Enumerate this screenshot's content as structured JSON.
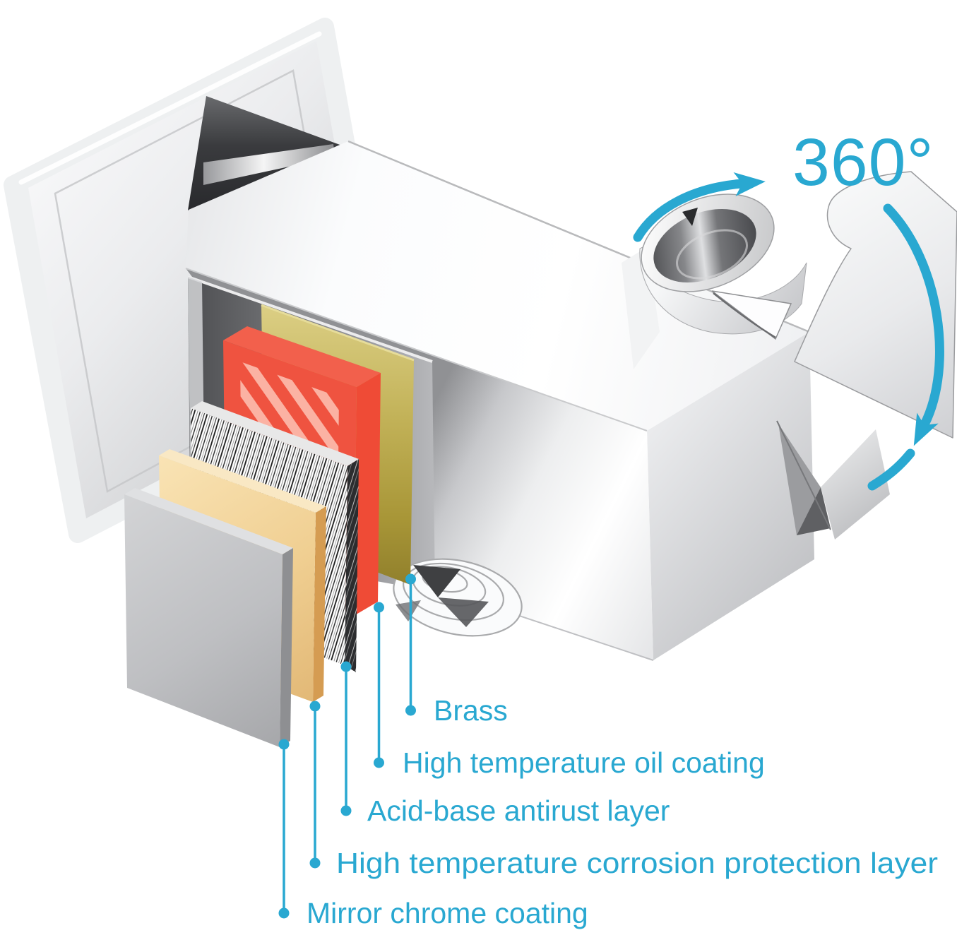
{
  "diagram": {
    "accent_color": "#29A8D1",
    "rotation_label": "360°",
    "labels": [
      {
        "id": "brass",
        "text": "Brass"
      },
      {
        "id": "high-temperature-oil-coating",
        "text": "High temperature oil coating"
      },
      {
        "id": "acid-base-antirust-layer",
        "text": "Acid-base antirust layer"
      },
      {
        "id": "high-temperature-corrosion-protection-layer",
        "text": "High temperature corrosion protection layer"
      },
      {
        "id": "mirror-chrome-coating",
        "text": "Mirror chrome coating"
      }
    ],
    "layer_colors": {
      "brass": "#C2B258",
      "high_temperature_oil_coating": [
        "#EF5340",
        "#FBB2A3"
      ],
      "acid_base_antirust_layer": [
        "#1C1C1C",
        "#FFFFFF"
      ],
      "high_temperature_corrosion_protection_layer": "#EFCB8C",
      "mirror_chrome_coating": "#BDBEC1",
      "chrome_body": "#ECEDEF"
    }
  }
}
